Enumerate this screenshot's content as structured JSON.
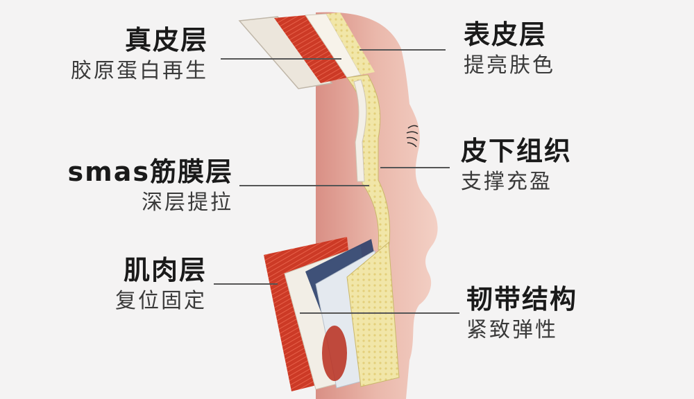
{
  "labels": {
    "dermis": {
      "title": "真皮层",
      "subtitle": "胶原蛋白再生"
    },
    "smas": {
      "title": "smas筋膜层",
      "subtitle": "深层提拉"
    },
    "muscle": {
      "title": "肌肉层",
      "subtitle": "复位固定"
    },
    "epidermis": {
      "title": "表皮层",
      "subtitle": "提亮肤色"
    },
    "subcutaneous": {
      "title": "皮下组织",
      "subtitle": "支撑充盈"
    },
    "ligament": {
      "title": "韧带结构",
      "subtitle": "紧致弹性"
    }
  },
  "colors": {
    "skin": "#e8b4a8",
    "skin_shadow": "#d98f85",
    "muscle": "#cc3a26",
    "fat": "#f1e6a8",
    "fascia": "#e9e4dc",
    "deep_blue": "#2b3f6c",
    "leader": "#555555",
    "text": "#1a1a1a"
  }
}
